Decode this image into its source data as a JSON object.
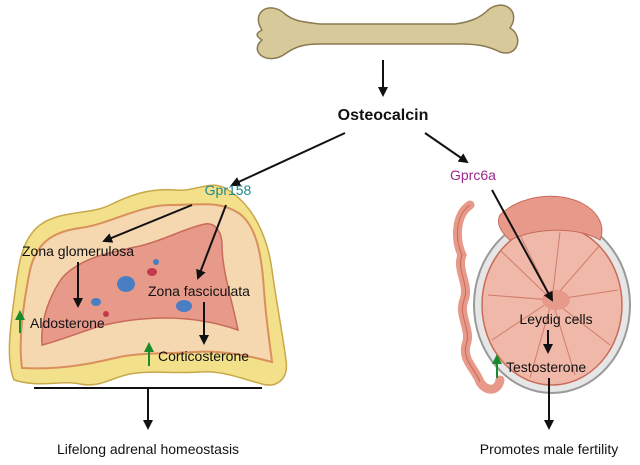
{
  "hormone": "Osteocalcin",
  "receptors": {
    "left": "Gpr158",
    "right": "Gprc6a"
  },
  "adrenal": {
    "zone1": "Zona glomerulosa",
    "zone2": "Zona fasciculata",
    "product1": "Aldosterone",
    "product2": "Corticosterone",
    "outcome": "Lifelong adrenal homeostasis"
  },
  "testis": {
    "cells": "Leydig cells",
    "product": "Testosterone",
    "outcome": "Promotes male fertility"
  },
  "colors": {
    "bone": "#d8c99a",
    "adrenal_outer": "#f3e08a",
    "adrenal_cortex": "#f5d7b0",
    "adrenal_zone": "#e89a8a",
    "testis": "#f0b8a8",
    "receptor_left": "#1f8a8a",
    "receptor_right": "#9a2a8e",
    "increase_arrow": "#1a8a2a"
  }
}
